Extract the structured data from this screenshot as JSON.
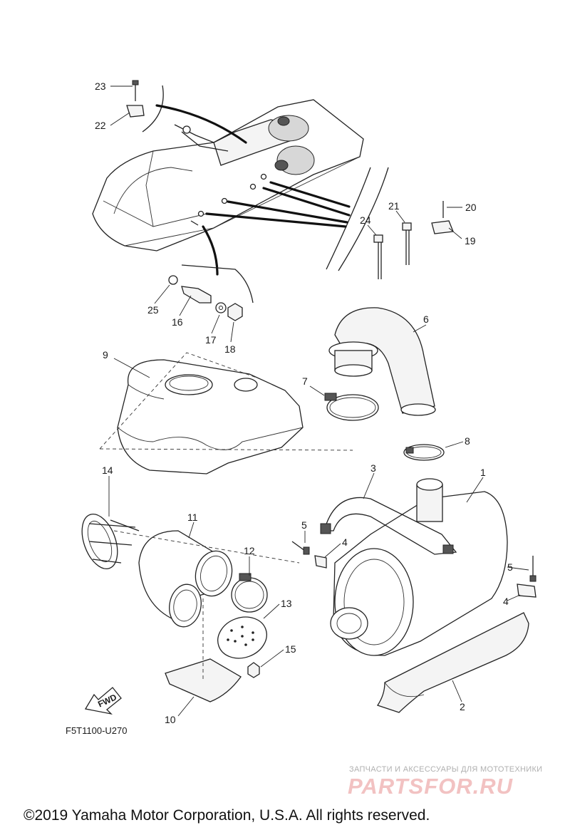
{
  "callouts": {
    "n1": "1",
    "n2": "2",
    "n3": "3",
    "n4a": "4",
    "n4b": "4",
    "n5a": "5",
    "n5b": "5",
    "n6": "6",
    "n7": "7",
    "n8": "8",
    "n9": "9",
    "n10": "10",
    "n11": "11",
    "n12": "12",
    "n13": "13",
    "n14": "14",
    "n15": "15",
    "n16": "16",
    "n17": "17",
    "n18": "18",
    "n19": "19",
    "n20": "20",
    "n21": "21",
    "n22": "22",
    "n23": "23",
    "n24": "24",
    "n25": "25"
  },
  "fwd_label": "FWD",
  "diagram_code": "F5T1100-U270",
  "watermark": {
    "tagline": "ЗАПЧАСТИ И АКСЕССУАРЫ ДЛЯ МОТОТЕХНИКИ",
    "logo_text": "PARTSFOR.RU"
  },
  "footer": {
    "copyright": "©2019 Yamaha Motor Corporation, U.S.A. All rights reserved."
  }
}
